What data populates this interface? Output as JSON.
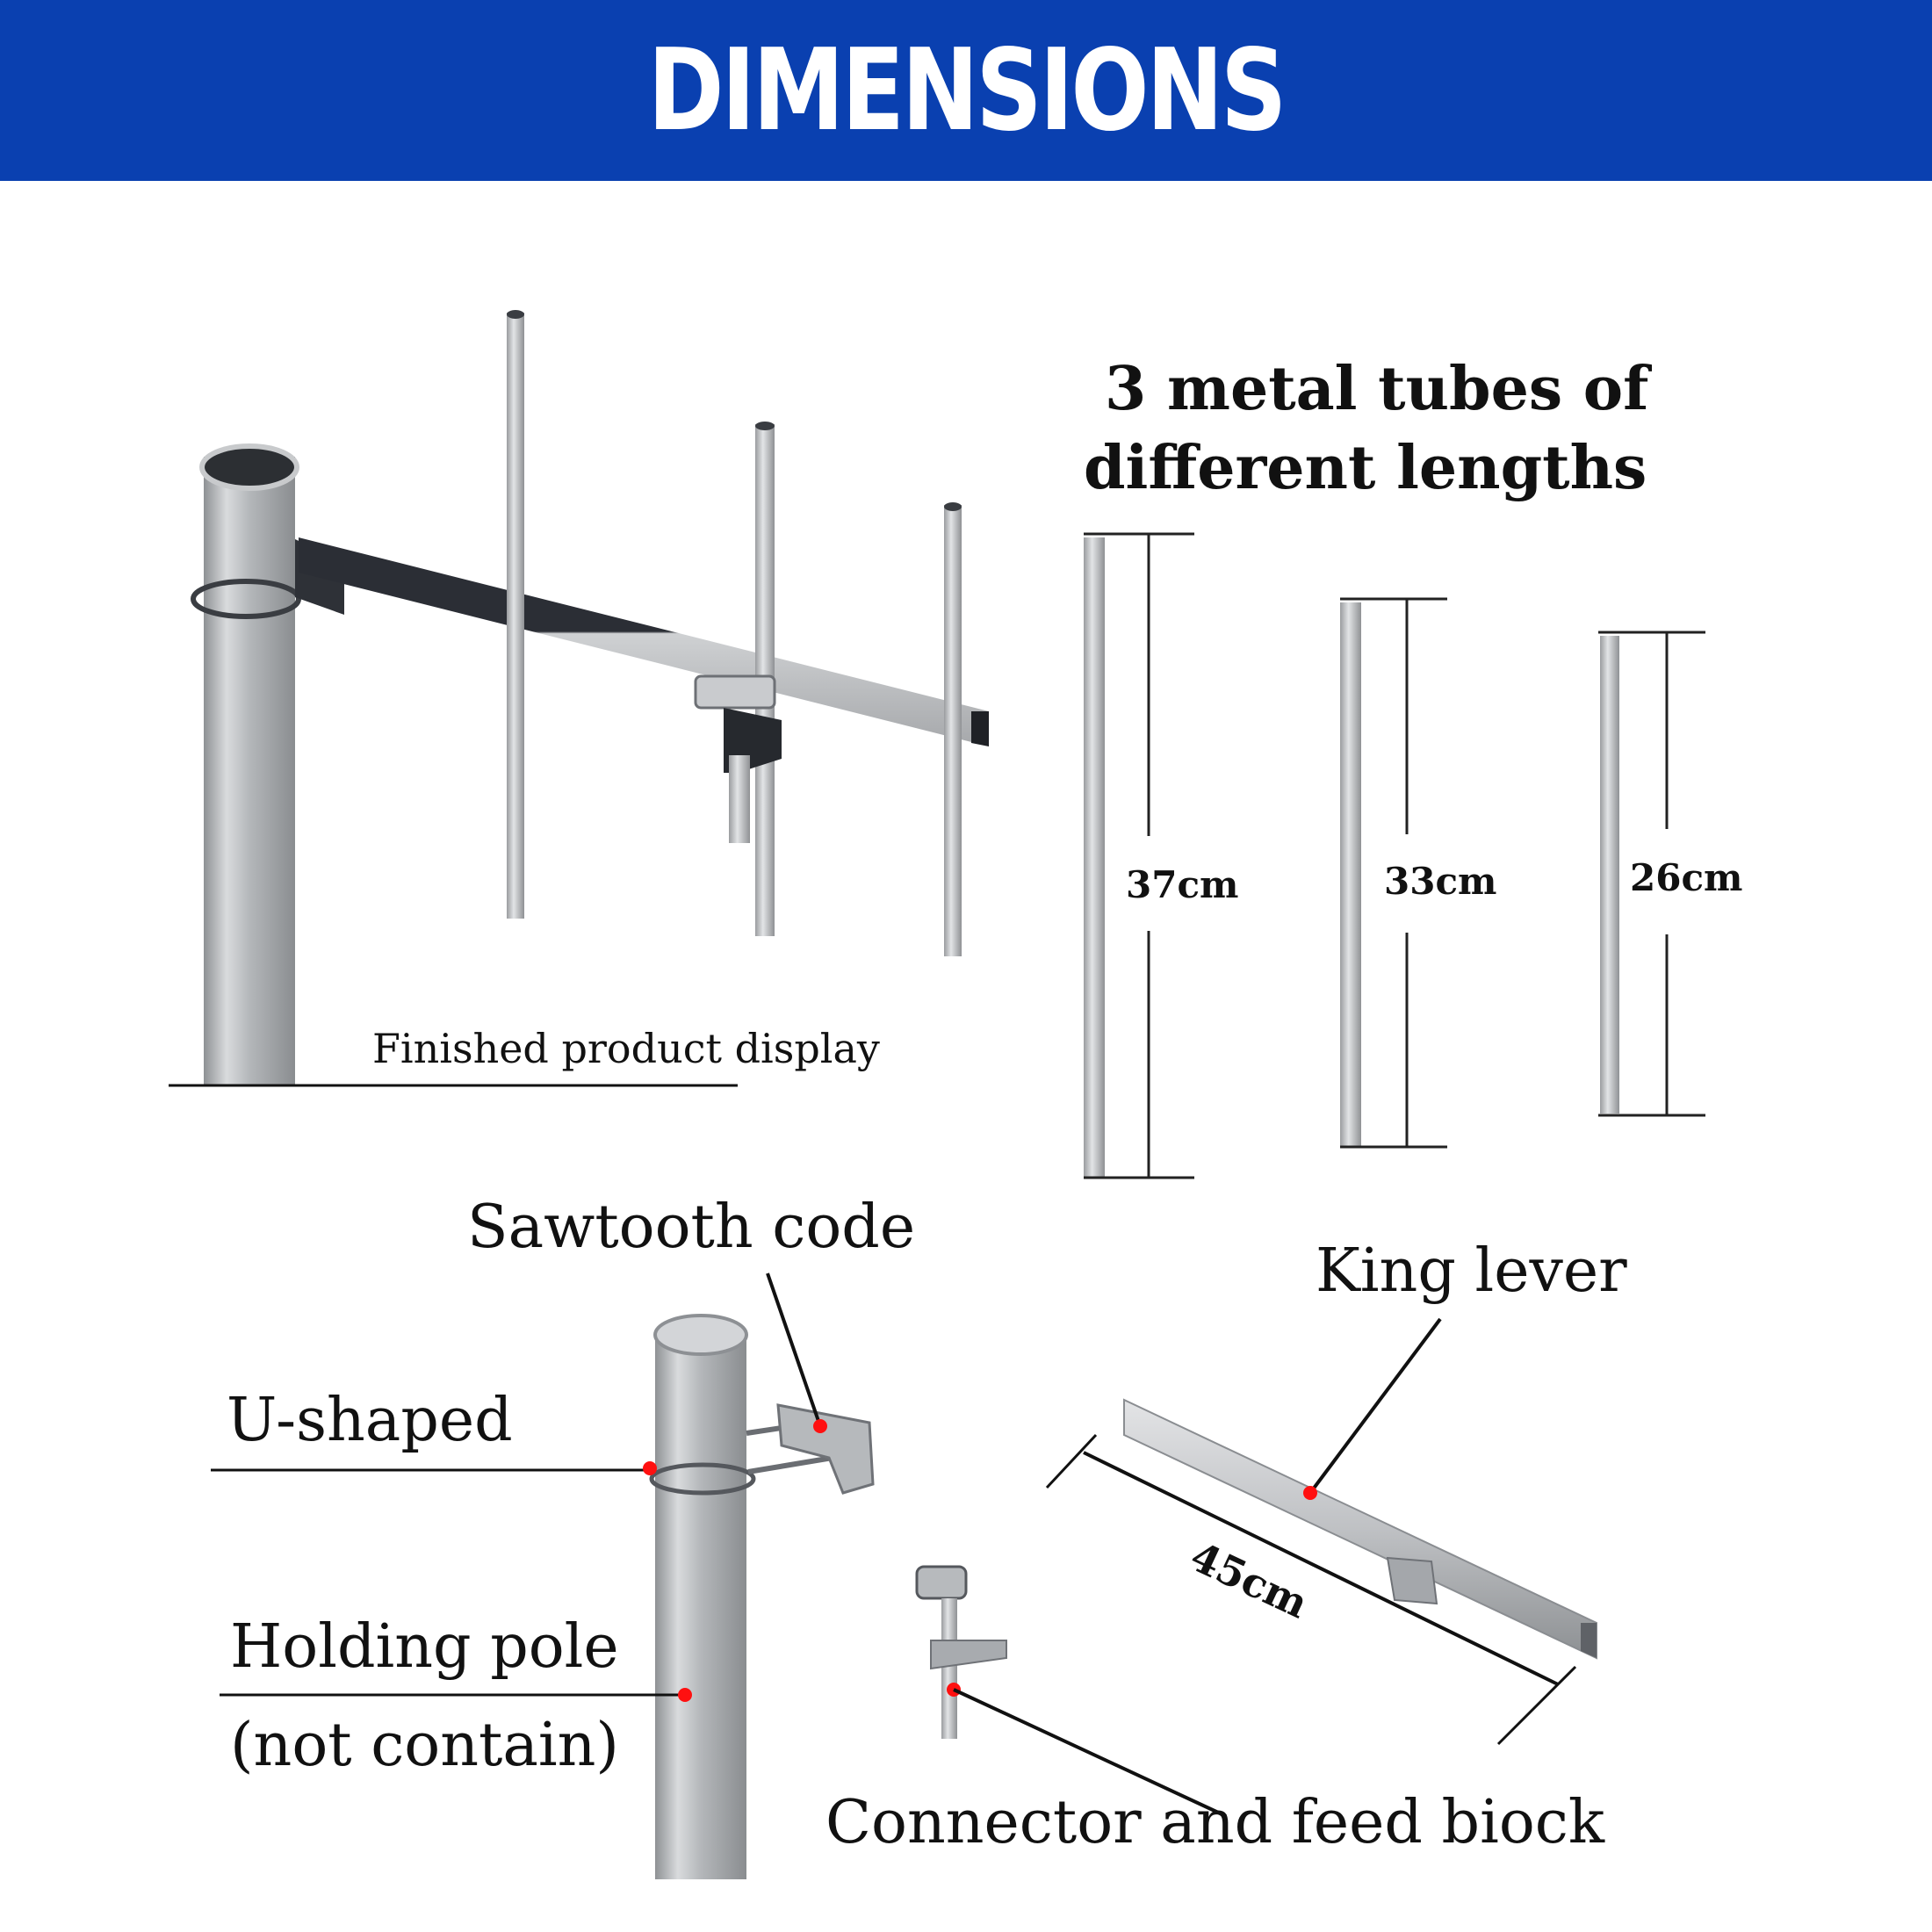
{
  "banner": {
    "title": "DIMENSIONS",
    "color": "#0a40b0"
  },
  "finished_product": {
    "caption": "Finished product display"
  },
  "tubes": {
    "heading_line1": "3 metal tubes of",
    "heading_line2": "different lengths",
    "items": [
      {
        "length": "37cm"
      },
      {
        "length": "33cm"
      },
      {
        "length": "26cm"
      }
    ]
  },
  "parts": {
    "sawtooth_code": "Sawtooth code",
    "u_shaped": "U-shaped",
    "holding_pole_line1": "Holding pole",
    "holding_pole_line2": "(not contain)",
    "king_lever": "King lever",
    "king_lever_length": "45cm",
    "connector": "Connector and feed biock"
  },
  "colors": {
    "marker": "#ff1010",
    "metal": "#b9bbbd",
    "dark_metal": "#2a2d33"
  }
}
